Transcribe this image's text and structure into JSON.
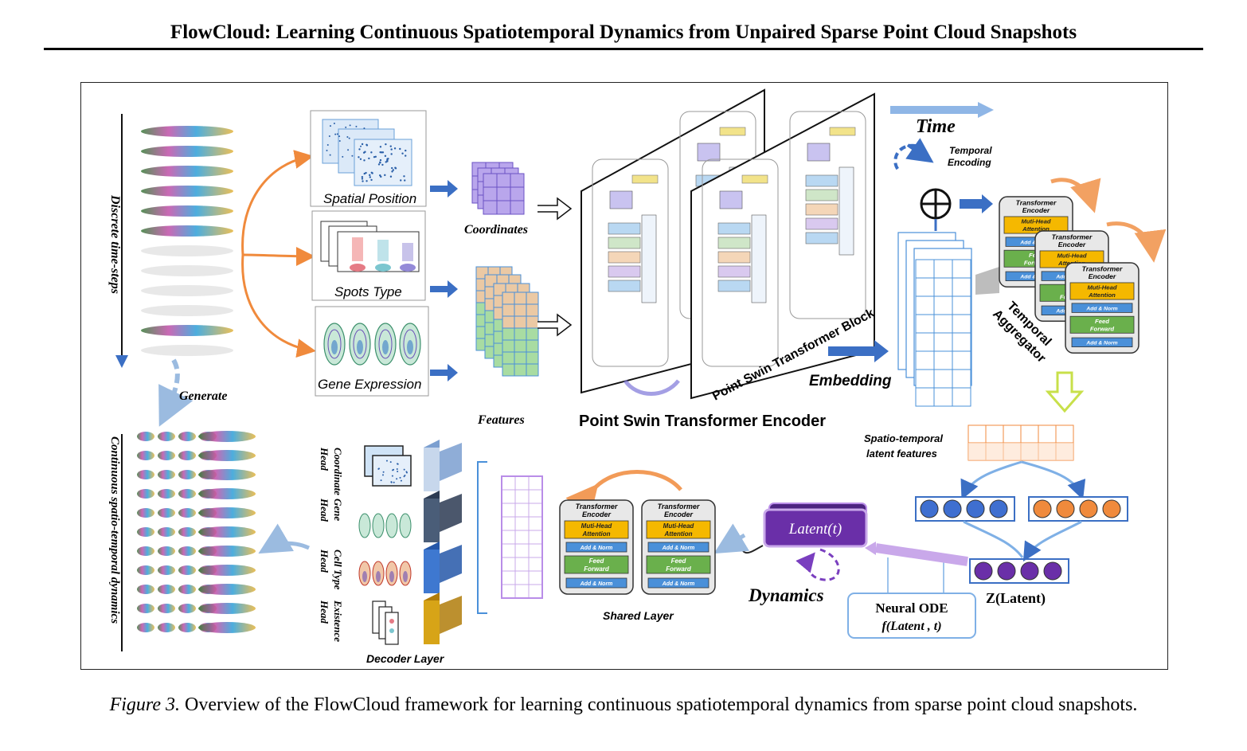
{
  "header": {
    "title": "FlowCloud: Learning Continuous Spatiotemporal Dynamics from Unpaired Sparse Point Cloud Snapshots"
  },
  "figure": {
    "discrete_label": "Discrete time-steps",
    "generate_label": "Generate",
    "continuous_label": "Continuous spatio-temporal dynamics",
    "inputs": {
      "spatial": "Spatial Position",
      "spots": "Spots Type",
      "gene": "Gene Expression"
    },
    "coordinates_label": "Coordinates",
    "features_label": "Features",
    "encoder_label": "Point Swin Transformer Encoder",
    "block_label": "Point Swin Transformer Block",
    "time_label": "Time",
    "temporal_encoding_label": "Temporal Encoding",
    "embedding_label": "Embedding",
    "temporal_aggregator_label": "Temporal Aggregator",
    "transformer": {
      "title": "Transformer Encoder",
      "attention": "Muti-Head Attention",
      "add_norm": "Add & Norm",
      "feed_forward": "Feed Forward"
    },
    "spatiotemporal_label": "Spatio-temporal latent features",
    "latent_label": "Latent(t)",
    "z_latent_label": "Z(Latent)",
    "dynamics_label": "Dynamics",
    "neural_ode_line1": "Neural ODE",
    "neural_ode_line2": "f(Latent , t)",
    "shared_layer_label": "Shared Layer",
    "decoder_layer_label": "Decoder Layer",
    "heads": [
      "Coordinate Head",
      "Gene Head",
      "Cell Type Head",
      "Existence Head"
    ],
    "colors": {
      "arrow_blue": "#3b6fc4",
      "orange": "#f08a3c",
      "purple": "#6a2fa8",
      "attention_yellow": "#f5b800",
      "feed_green": "#6ab04c",
      "norm_blue": "#4a90d9"
    }
  },
  "caption": {
    "prefix": "Figure 3.",
    "text": " Overview of the FlowCloud framework for learning continuous spatiotemporal dynamics from sparse point cloud snapshots."
  }
}
